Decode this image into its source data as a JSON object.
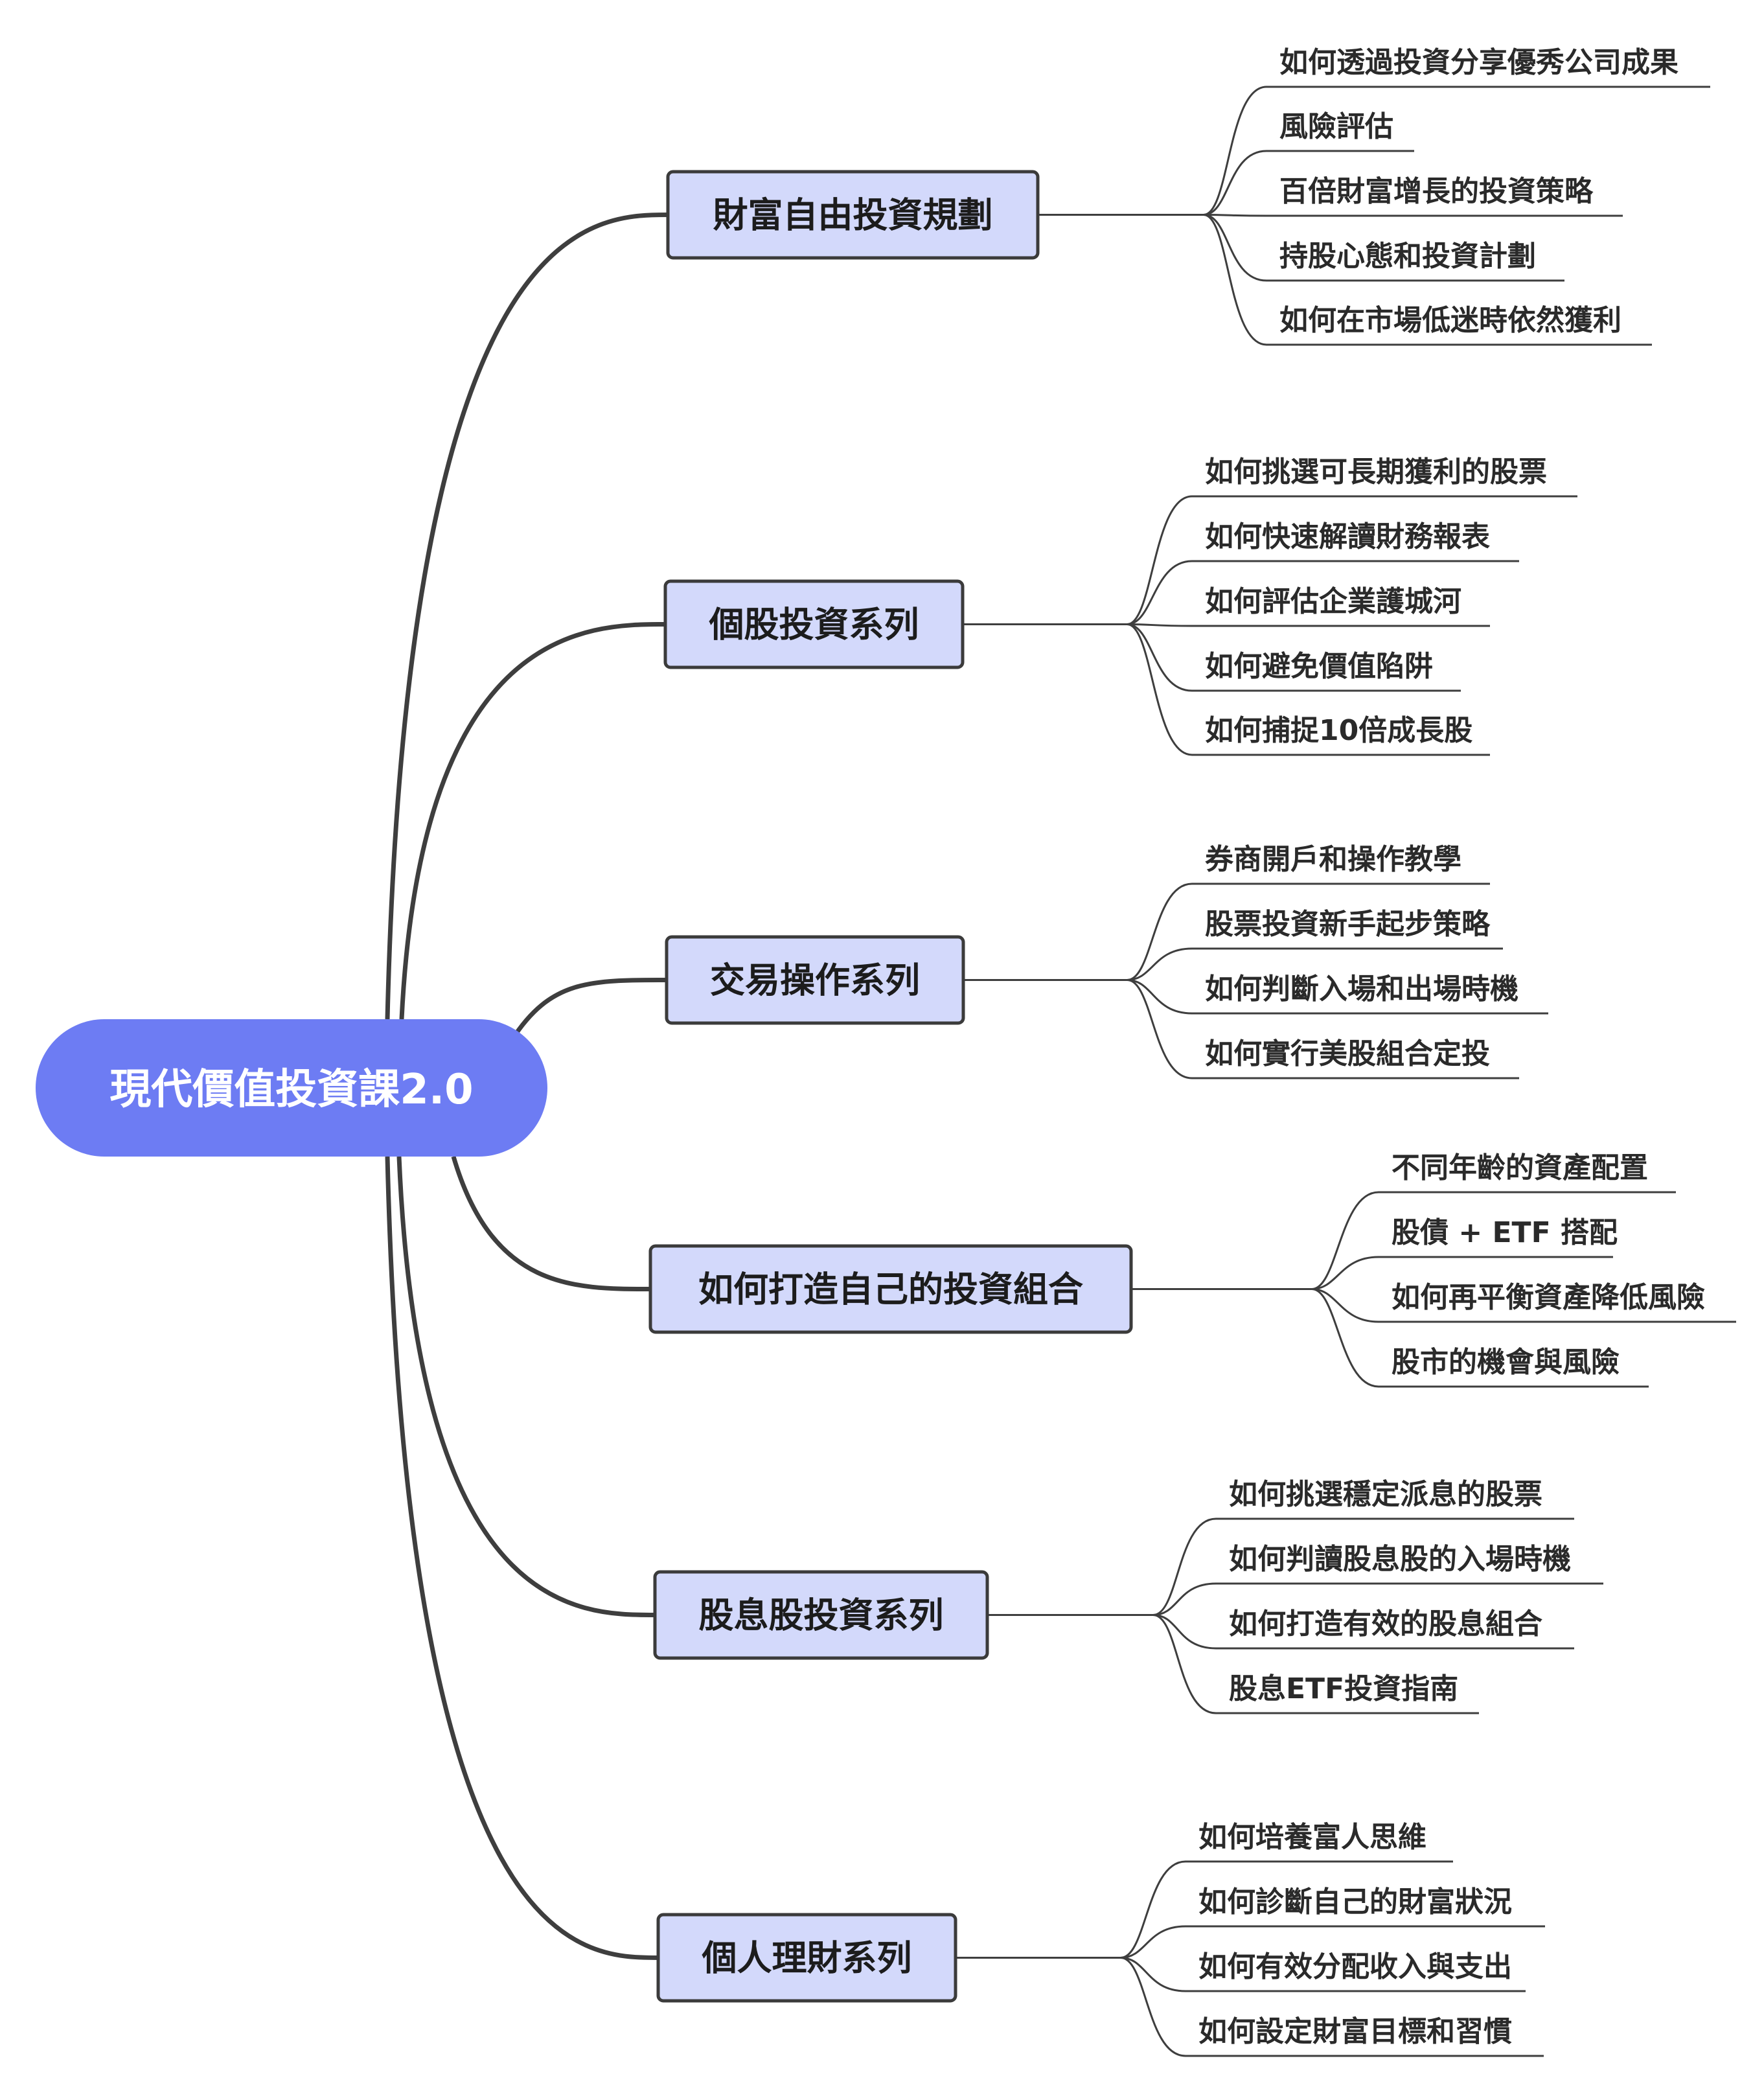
{
  "root": {
    "label": "現代價值投資課2.0"
  },
  "branches": [
    {
      "label": "財富自由投資規劃",
      "leaves": [
        "如何透過投資分享優秀公司成果",
        "風險評估",
        "百倍財富增長的投資策略",
        "持股心態和投資計劃",
        "如何在市場低迷時依然獲利"
      ]
    },
    {
      "label": "個股投資系列",
      "leaves": [
        "如何挑選可長期獲利的股票",
        "如何快速解讀財務報表",
        "如何評估企業護城河",
        "如何避免價值陷阱",
        "如何捕捉10倍成長股"
      ]
    },
    {
      "label": "交易操作系列",
      "leaves": [
        "券商開戶和操作教學",
        "股票投資新手起步策略",
        "如何判斷入場和出場時機",
        "如何實行美股組合定投"
      ]
    },
    {
      "label": "如何打造自己的投資組合",
      "leaves": [
        "不同年齡的資產配置",
        "股債 + ETF 搭配",
        "如何再平衡資產降低風險",
        "股市的機會與風險"
      ]
    },
    {
      "label": "股息股投資系列",
      "leaves": [
        "如何挑選穩定派息的股票",
        "如何判讀股息股的入場時機",
        "如何打造有效的股息組合",
        "股息ETF投資指南"
      ]
    },
    {
      "label": "個人理財系列",
      "leaves": [
        "如何培養富人思維",
        "如何診斷自己的財富狀況",
        "如何有效分配收入與支出",
        "如何設定財富目標和習慣"
      ]
    }
  ]
}
